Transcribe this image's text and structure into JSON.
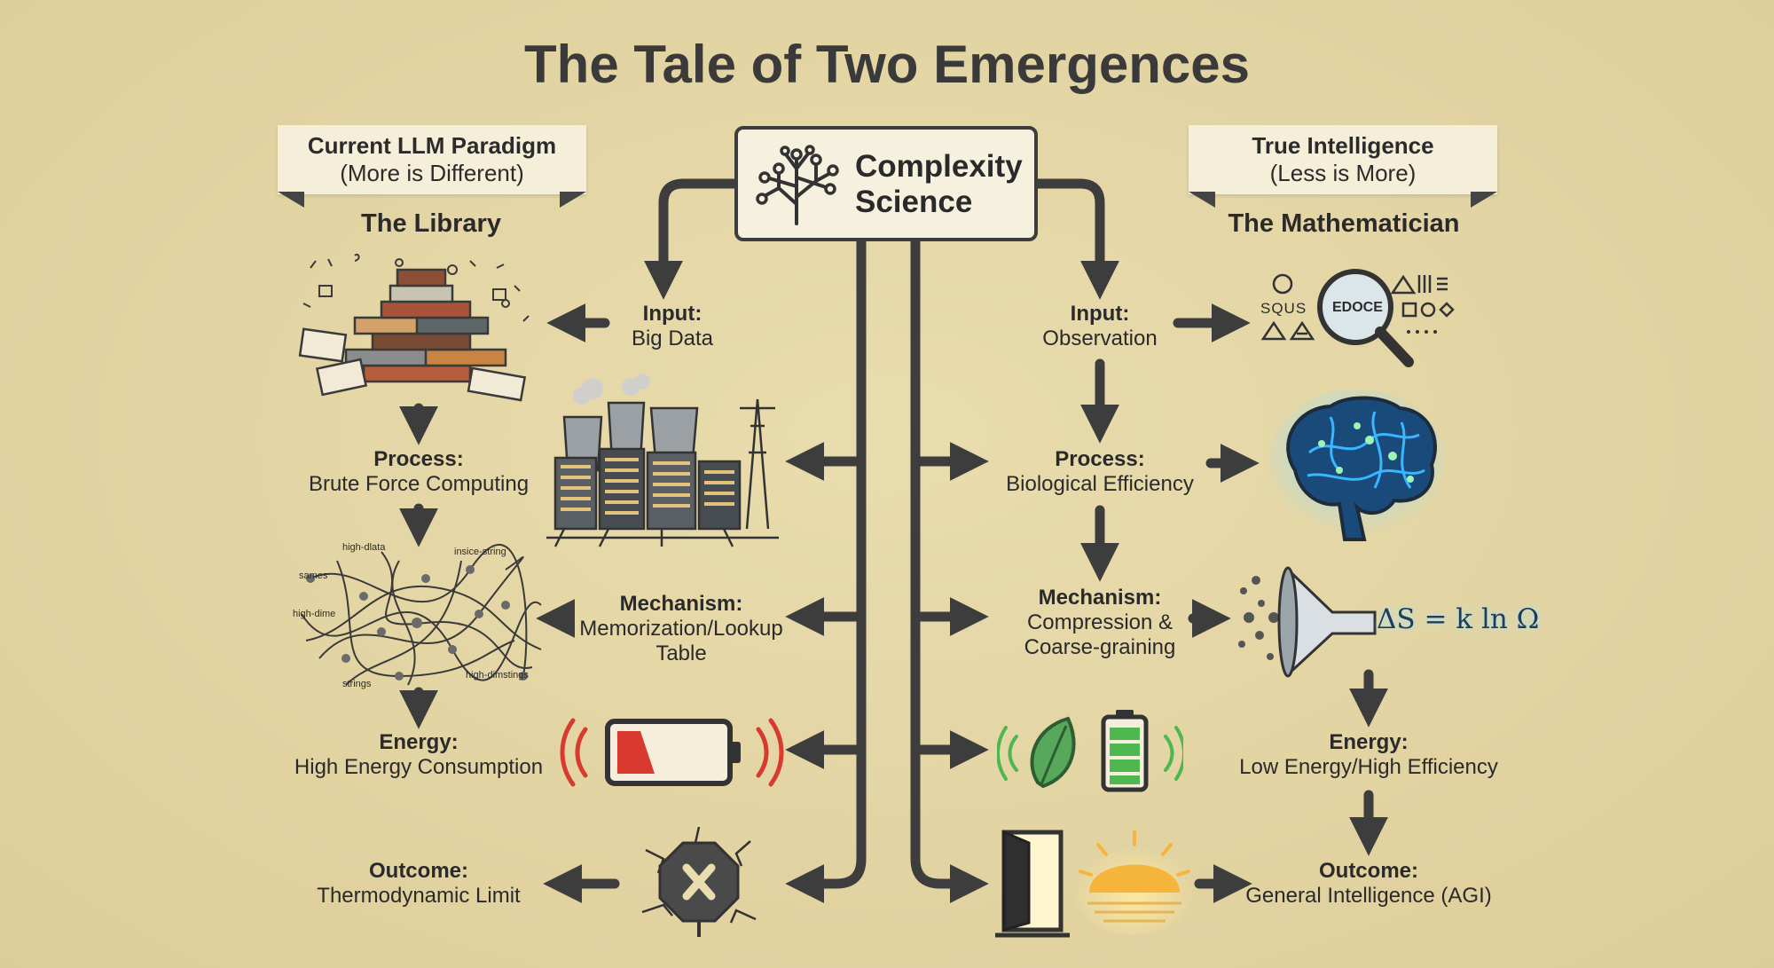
{
  "title": "The Tale of Two Emergences",
  "center": {
    "label_line1": "Complexity",
    "label_line2": "Science"
  },
  "left": {
    "banner_line1": "Current LLM Paradigm",
    "banner_line2": "(More is Different)",
    "heading": "The Library",
    "steps": [
      {
        "label": "Input:",
        "value": "Big Data"
      },
      {
        "label": "Process:",
        "value": "Brute Force Computing"
      },
      {
        "label": "Mechanism:",
        "value_line1": "Memorization/Lookup",
        "value_line2": "Table"
      },
      {
        "label": "Energy:",
        "value": "High Energy Consumption"
      },
      {
        "label": "Outcome:",
        "value": "Thermodynamic Limit"
      }
    ],
    "network_labels": [
      "high-dlata",
      "insice-string",
      "sames",
      "high-dime",
      "strings",
      "high-dimstings"
    ]
  },
  "right": {
    "banner_line1": "True Intelligence",
    "banner_line2": "(Less is More)",
    "heading": "The Mathematician",
    "steps": [
      {
        "label": "Input:",
        "value": "Observation"
      },
      {
        "label": "Process:",
        "value": "Biological Efficiency"
      },
      {
        "label": "Mechanism:",
        "value_line1": "Compression &",
        "value_line2": "Coarse-graining"
      },
      {
        "label": "Energy:",
        "value": "Low Energy/High Efficiency"
      },
      {
        "label": "Outcome:",
        "value": "General Intelligence (AGI)"
      }
    ],
    "observation_symbols": {
      "squs": "SQUS",
      "lens": "EDOCE"
    },
    "formula": "ΔS = k ln Ω"
  },
  "colors": {
    "background": "#e3d5a5",
    "arrow": "#3d3d3d",
    "battery_low": "#d93a2f",
    "battery_full": "#4cb84f",
    "brain": "#38b6ff",
    "sun": "#f5b53a"
  },
  "icons": [
    "circuit-tree-icon",
    "books-pile-icon",
    "power-plant-servers-icon",
    "tangled-network-icon",
    "low-battery-icon",
    "stop-x-icon",
    "magnifier-symbols-icon",
    "glowing-brain-icon",
    "funnel-compression-icon",
    "leaf-battery-icon",
    "open-door-sunrise-icon"
  ]
}
